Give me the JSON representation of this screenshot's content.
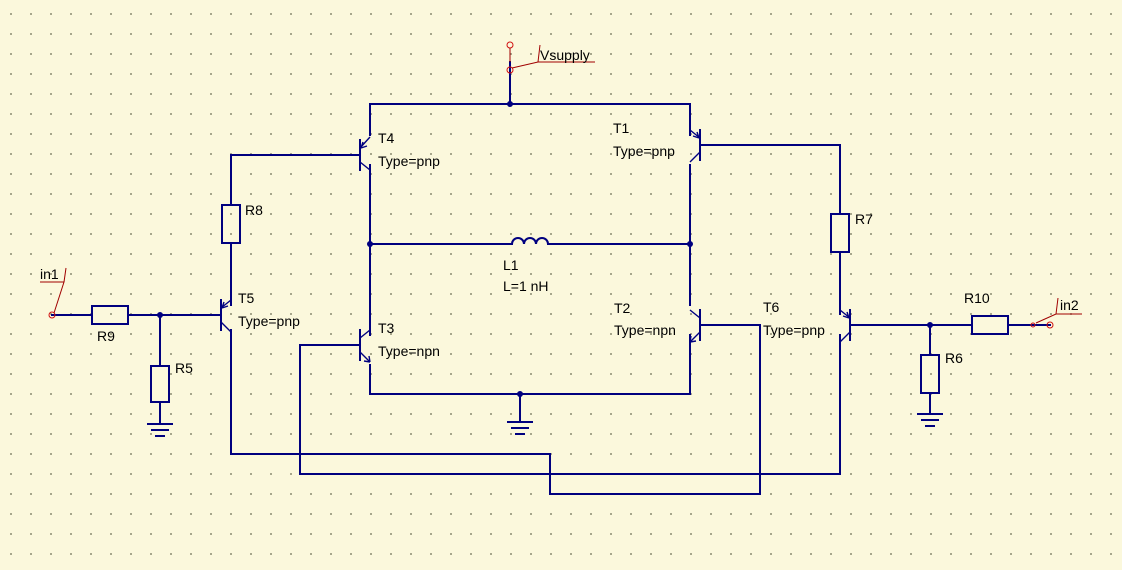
{
  "ports": {
    "vsupply": "Vsupply",
    "in1": "in1",
    "in2": "in2"
  },
  "transistors": {
    "t1": {
      "name": "T1",
      "type": "Type=pnp"
    },
    "t2": {
      "name": "T2",
      "type": "Type=npn"
    },
    "t3": {
      "name": "T3",
      "type": "Type=npn"
    },
    "t4": {
      "name": "T4",
      "type": "Type=pnp"
    },
    "t5": {
      "name": "T5",
      "type": "Type=pnp"
    },
    "t6": {
      "name": "T6",
      "type": "Type=pnp"
    }
  },
  "resistors": {
    "r5": "R5",
    "r6": "R6",
    "r7": "R7",
    "r8": "R8",
    "r9": "R9",
    "r10": "R10"
  },
  "inductor": {
    "name": "L1",
    "value": "L=1 nH"
  },
  "colors": {
    "background": "#fbf8dc",
    "wire": "#00007f",
    "port": "#d01010",
    "text": "#000000"
  }
}
